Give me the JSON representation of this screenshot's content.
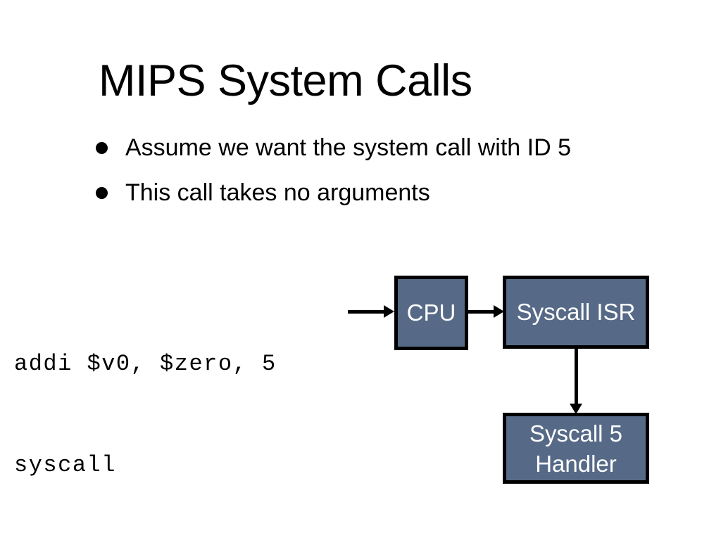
{
  "slide": {
    "title": "MIPS System Calls",
    "background_color": "#ffffff",
    "text_color": "#000000"
  },
  "bullets": [
    {
      "text": "Assume we want the system call with ID 5",
      "marker": "bullet-dot"
    },
    {
      "text": "This call takes no arguments",
      "marker": "bullet-dot"
    }
  ],
  "code": {
    "line1": "addi $v0, $zero, 5",
    "line2": "syscall"
  },
  "diagram": {
    "box_fill_color": "#566a87",
    "box_border_color": "#000000",
    "box_text_color": "#ffffff",
    "nodes": [
      {
        "id": "cpu",
        "label": "CPU"
      },
      {
        "id": "isr",
        "label": "Syscall ISR"
      },
      {
        "id": "handler",
        "label_line1": "Syscall 5",
        "label_line2": "Handler"
      }
    ],
    "arrows": [
      {
        "id": "code-to-cpu",
        "direction": "right"
      },
      {
        "id": "cpu-to-isr",
        "direction": "right"
      },
      {
        "id": "isr-to-handler",
        "direction": "down"
      }
    ]
  }
}
